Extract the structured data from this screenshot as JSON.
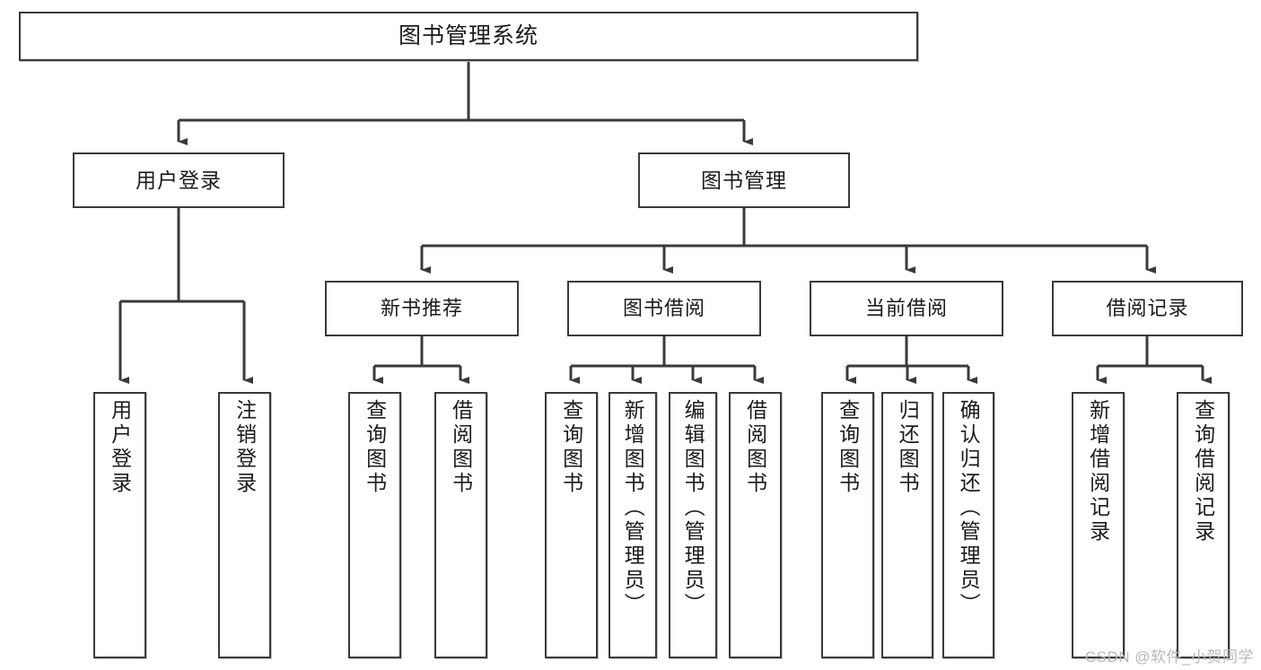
{
  "diagram": {
    "title": "图书管理系统",
    "type": "tree",
    "colors": {
      "box_border": "#3a3a3a",
      "box_fill": "#ffffff",
      "connector": "#3a3a3a",
      "watermark": "#b9b9b9",
      "background": "#ffffff"
    },
    "root": {
      "label": "图书管理系统"
    },
    "level1": [
      {
        "label": "用户登录"
      },
      {
        "label": "图书管理"
      }
    ],
    "level2": [
      {
        "label": "新书推荐"
      },
      {
        "label": "图书借阅"
      },
      {
        "label": "当前借阅"
      },
      {
        "label": "借阅记录"
      }
    ],
    "leaves": [
      {
        "label": "用户登录",
        "parent": "用户登录"
      },
      {
        "label": "注销登录",
        "parent": "用户登录"
      },
      {
        "label": "查询图书",
        "parent": "新书推荐"
      },
      {
        "label": "借阅图书",
        "parent": "新书推荐"
      },
      {
        "label": "查询图书",
        "parent": "图书借阅"
      },
      {
        "label": "新增图书（管理员）",
        "parent": "图书借阅"
      },
      {
        "label": "编辑图书（管理员）",
        "parent": "图书借阅"
      },
      {
        "label": "借阅图书",
        "parent": "图书借阅"
      },
      {
        "label": "查询图书",
        "parent": "当前借阅"
      },
      {
        "label": "归还图书",
        "parent": "当前借阅"
      },
      {
        "label": "确认归还（管理员）",
        "parent": "当前借阅"
      },
      {
        "label": "新增借阅记录",
        "parent": "借阅记录"
      },
      {
        "label": "查询借阅记录",
        "parent": "借阅记录"
      }
    ],
    "watermark": "CSDN @软件_小贺同学"
  }
}
